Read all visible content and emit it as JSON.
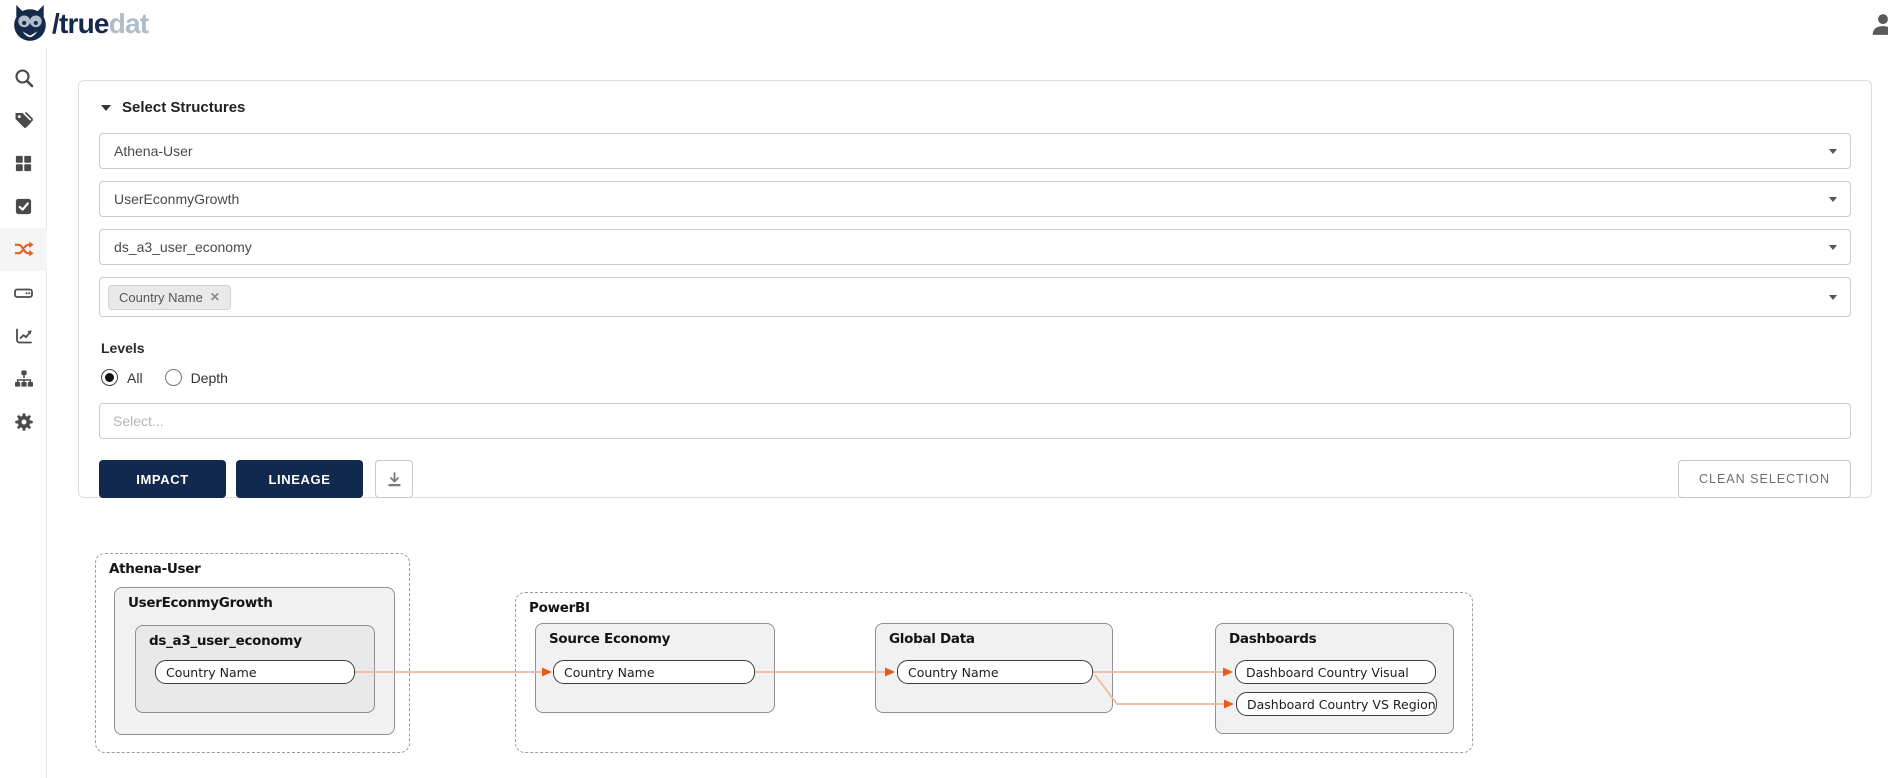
{
  "header": {
    "logo": {
      "brand_primary": "/true",
      "brand_secondary": "dat"
    }
  },
  "sidebar": {
    "items": [
      {
        "id": "search"
      },
      {
        "id": "glossary"
      },
      {
        "id": "catalog"
      },
      {
        "id": "quality"
      },
      {
        "id": "lineage",
        "active": true
      },
      {
        "id": "systems"
      },
      {
        "id": "insights"
      },
      {
        "id": "taxonomy"
      },
      {
        "id": "settings"
      }
    ]
  },
  "panel": {
    "title": "Select Structures",
    "selects": [
      {
        "value": "Athena-User"
      },
      {
        "value": "UserEconmyGrowth"
      },
      {
        "value": "ds_a3_user_economy"
      }
    ],
    "tags_select": {
      "tags": [
        {
          "label": "Country Name",
          "remove_glyph": "✕"
        }
      ]
    },
    "levels": {
      "label": "Levels",
      "options": [
        {
          "label": "All",
          "selected": true
        },
        {
          "label": "Depth",
          "selected": false
        }
      ]
    },
    "depth_placeholder": "Select...",
    "actions": {
      "impact": "IMPACT",
      "lineage": "LINEAGE",
      "clean_selection": "CLEAN SELECTION"
    }
  },
  "graph": {
    "athena": {
      "label": "Athena-User",
      "node": {
        "label": "UserEconmyGrowth",
        "child": {
          "label": "ds_a3_user_economy",
          "field": "Country Name"
        }
      }
    },
    "powerbi": {
      "label": "PowerBI",
      "nodes": [
        {
          "label": "Source Economy",
          "fields": [
            "Country Name"
          ]
        },
        {
          "label": "Global Data",
          "fields": [
            "Country Name"
          ]
        },
        {
          "label": "Dashboards",
          "fields": [
            "Dashboard Country Visual",
            "Dashboard Country VS Region"
          ]
        }
      ]
    }
  },
  "colors": {
    "navy": "#12294e",
    "brand_secondary": "#aebdc8",
    "accent_orange": "#e2611f",
    "edge_line": "#eeb899",
    "edge_arrow": "#e85c18"
  }
}
